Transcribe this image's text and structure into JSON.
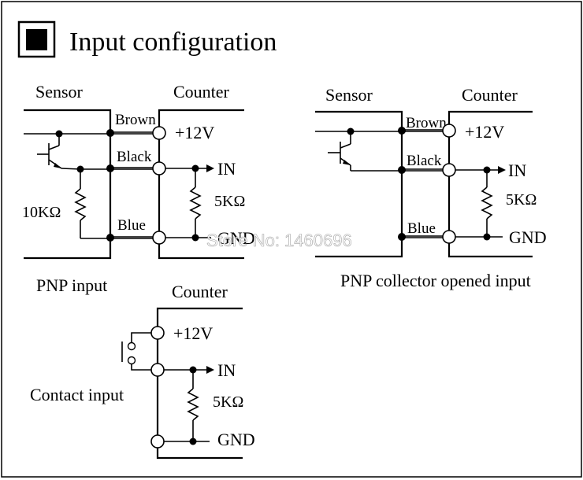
{
  "title": "Input configuration",
  "watermark": "Store No: 1460696",
  "pnp": {
    "sensor_label": "Sensor",
    "counter_label": "Counter",
    "wire_brown": "Brown",
    "wire_black": "Black",
    "wire_blue": "Blue",
    "v12": "+12V",
    "in": "IN",
    "gnd": "GND",
    "resistor_sensor": "10KΩ",
    "resistor_counter": "5KΩ",
    "caption": "PNP input"
  },
  "collector": {
    "sensor_label": "Sensor",
    "counter_label": "Counter",
    "wire_brown": "Brown",
    "wire_black": "Black",
    "wire_blue": "Blue",
    "v12": "+12V",
    "in": "IN",
    "gnd": "GND",
    "resistor_counter": "5KΩ",
    "caption": "PNP collector opened input"
  },
  "contact": {
    "counter_label": "Counter",
    "v12": "+12V",
    "in": "IN",
    "gnd": "GND",
    "resistor_counter": "5KΩ",
    "caption": "Contact input"
  },
  "colors": {
    "line": "#000000",
    "background": "#ffffff"
  }
}
